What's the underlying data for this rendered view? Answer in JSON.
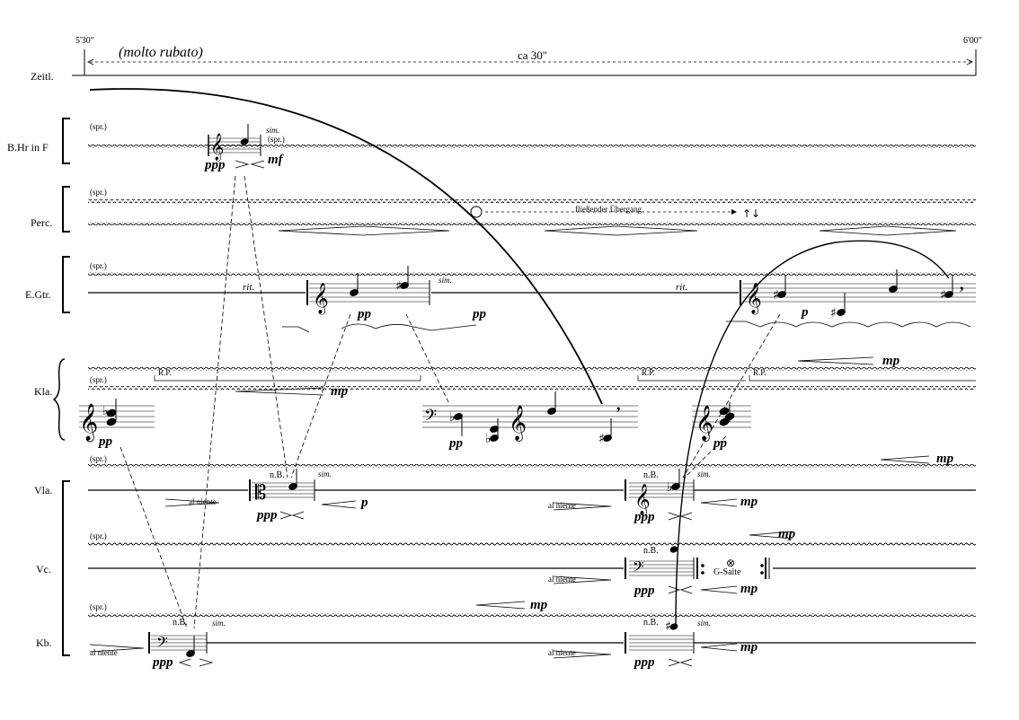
{
  "timeline": {
    "start": "5'30\"",
    "end": "6'00\"",
    "tempo": "(molto rubato)",
    "duration": "ca 30\""
  },
  "instruments": {
    "zeitl": "Zeitl.",
    "bhr": "B.Hr in F",
    "perc": "Perc.",
    "egtr": "E.Gtr.",
    "kla": "Kla.",
    "vla": "Vla.",
    "vc": "Vc.",
    "kb": "Kb."
  },
  "marks": {
    "spr": "(spr.)",
    "sim": "sim.",
    "rit": "rit.",
    "rp": "R.P.",
    "nb": "n.B.",
    "al_niente": "al niente",
    "fliessender": "fließender Übergang",
    "g_saite": "G-Saite"
  },
  "dynamics": {
    "ppp": "ppp",
    "pp": "pp",
    "p": "p",
    "mp": "mp",
    "mf": "mf"
  },
  "colors": {
    "ink": "#000000"
  }
}
